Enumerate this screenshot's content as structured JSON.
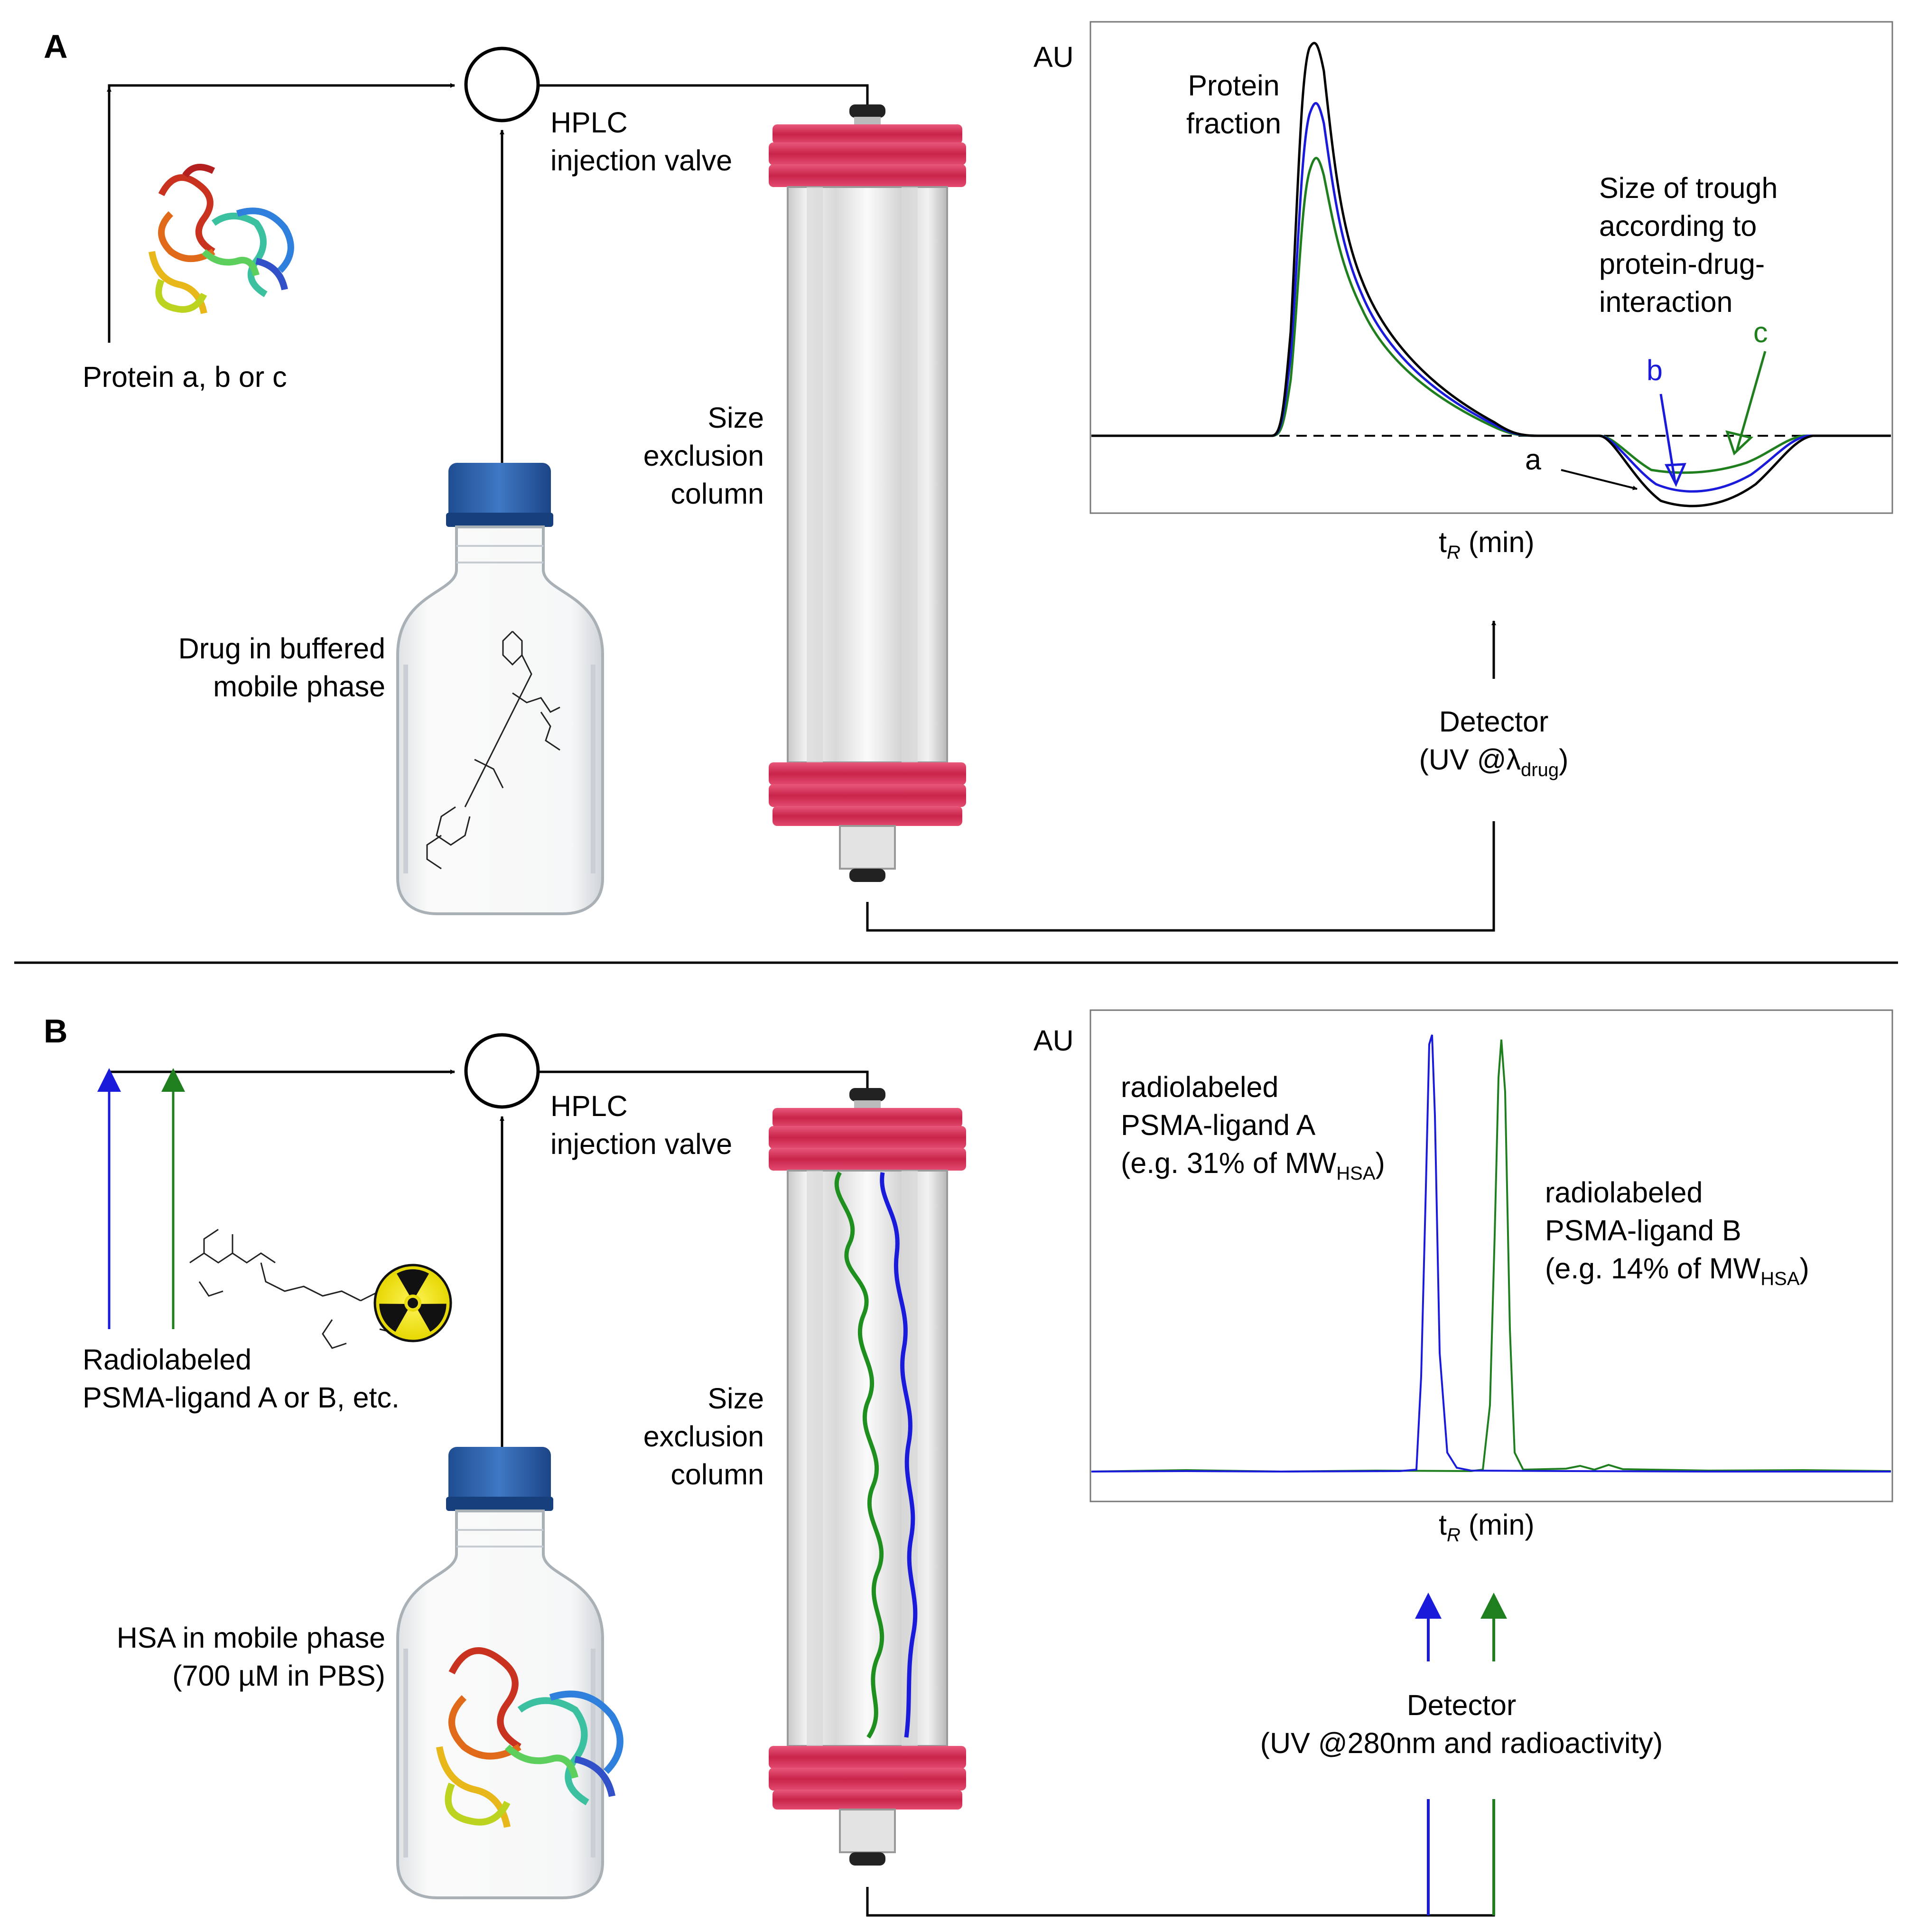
{
  "panel_a": {
    "letter": "A",
    "protein_label": "Protein a, b or c",
    "valve_label_1": "HPLC",
    "valve_label_2": "injection valve",
    "column_label_1": "Size",
    "column_label_2": "exclusion",
    "column_label_3": "column",
    "bottle_label_1": "Drug in buffered",
    "bottle_label_2": "mobile phase",
    "chart": {
      "yaxis": "AU",
      "xaxis_main": "t",
      "xaxis_sub": "R",
      "xaxis_unit": " (min)",
      "peak_label_1": "Protein",
      "peak_label_2": "fraction",
      "trough_label_1": "Size of trough",
      "trough_label_2": "according to",
      "trough_label_3": "protein-drug-",
      "trough_label_4": "interaction",
      "curve_a": "a",
      "curve_b": "b",
      "curve_c": "c"
    },
    "detector_label_1": "Detector",
    "detector_label_2_prefix": "(UV @λ",
    "detector_label_2_sub": "drug",
    "detector_label_2_suffix": ")"
  },
  "panel_b": {
    "letter": "B",
    "ligand_label_1": "Radiolabeled",
    "ligand_label_2": "PSMA-ligand A or B, etc.",
    "valve_label_1": "HPLC",
    "valve_label_2": "injection valve",
    "column_label_1": "Size",
    "column_label_2": "exclusion",
    "column_label_3": "column",
    "bottle_label_1": "HSA in mobile phase",
    "bottle_label_2": "(700 µM in PBS)",
    "chart": {
      "yaxis": "AU",
      "xaxis_main": "t",
      "xaxis_sub": "R",
      "xaxis_unit": " (min)",
      "ligand_a_1": "radiolabeled",
      "ligand_a_2": "PSMA-ligand A",
      "ligand_a_3_prefix": "(e.g. 31% of MW",
      "ligand_a_3_sub": "HSA",
      "ligand_a_3_suffix": ")",
      "ligand_b_1": "radiolabeled",
      "ligand_b_2": "PSMA-ligand B",
      "ligand_b_3_prefix": "(e.g. 14% of MW",
      "ligand_b_3_sub": "HSA",
      "ligand_b_3_suffix": ")"
    },
    "detector_label_1": "Detector",
    "detector_label_2": "(UV @280nm and radioactivity)"
  },
  "colors": {
    "blue": "#1a1adb",
    "green": "#1f7f1f",
    "black": "#000000",
    "column_cap": "#d6375a",
    "bottle_cap": "#2a5fa8"
  }
}
